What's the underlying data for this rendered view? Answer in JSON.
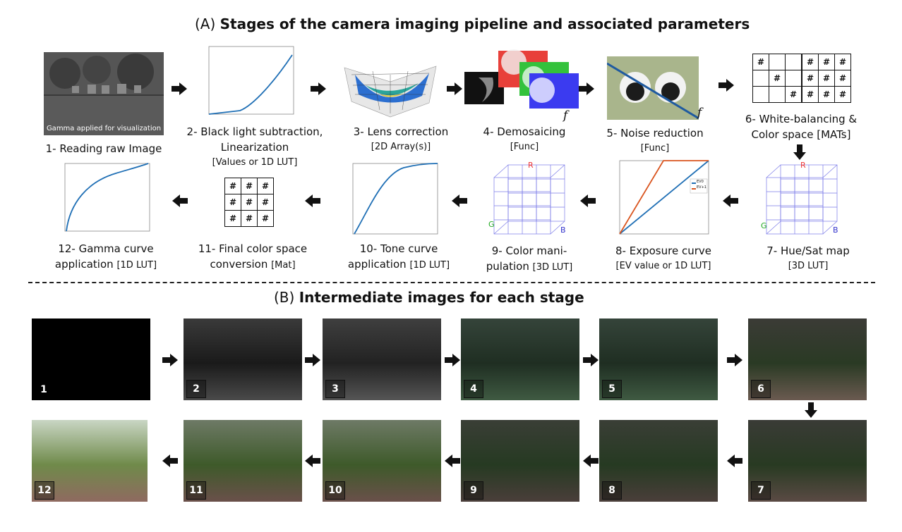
{
  "section_a": {
    "prefix": "(A)",
    "title": "Stages of the camera imaging pipeline and associated parameters"
  },
  "section_b": {
    "prefix": "(B)",
    "title": "Intermediate images for each stage"
  },
  "stages": [
    {
      "line1": "1- Reading raw Image",
      "line2": "",
      "param": "",
      "overlay": "Gamma applied for visualization"
    },
    {
      "line1": "2- Black light subtraction,",
      "line2": "Linearization",
      "param": "[Values or 1D LUT]"
    },
    {
      "line1": "3- Lens correction",
      "line2": "",
      "param": "[2D Array(s)]"
    },
    {
      "line1": "4- Demosaicing",
      "line2": "",
      "param": "[Func]"
    },
    {
      "line1": "5- Noise reduction",
      "line2": "",
      "param": "[Func]"
    },
    {
      "line1": "6- White-balancing &",
      "line2": "Color space [MATs]",
      "param": ""
    },
    {
      "line1": "7- Hue/Sat map",
      "line2": "",
      "param": "[3D LUT]"
    },
    {
      "line1": "8- Exposure curve",
      "line2": "",
      "param": "[EV value or 1D LUT]"
    },
    {
      "line1": "9- Color mani-",
      "line2": "pulation",
      "param": "[3D LUT]"
    },
    {
      "line1": "10- Tone curve",
      "line2": "application",
      "param": "[1D LUT]"
    },
    {
      "line1": "11- Final color space",
      "line2": "conversion",
      "param": "[Mat]"
    },
    {
      "line1": "12- Gamma curve",
      "line2": "application",
      "param": "[1D LUT]"
    }
  ],
  "func_symbol": "f",
  "matrix_symbol": "#",
  "cube_labels": {
    "r": "R",
    "g": "G",
    "b": "B"
  },
  "exposure_legend": [
    "EV0",
    "EV+1"
  ],
  "image_numbers": [
    "1",
    "2",
    "3",
    "4",
    "5",
    "6",
    "7",
    "8",
    "9",
    "10",
    "11",
    "12"
  ],
  "colors": {
    "curve": "#1f6fb5",
    "curve2": "#d9541e",
    "cube": "#7a7ae8",
    "arrow": "#111111"
  }
}
